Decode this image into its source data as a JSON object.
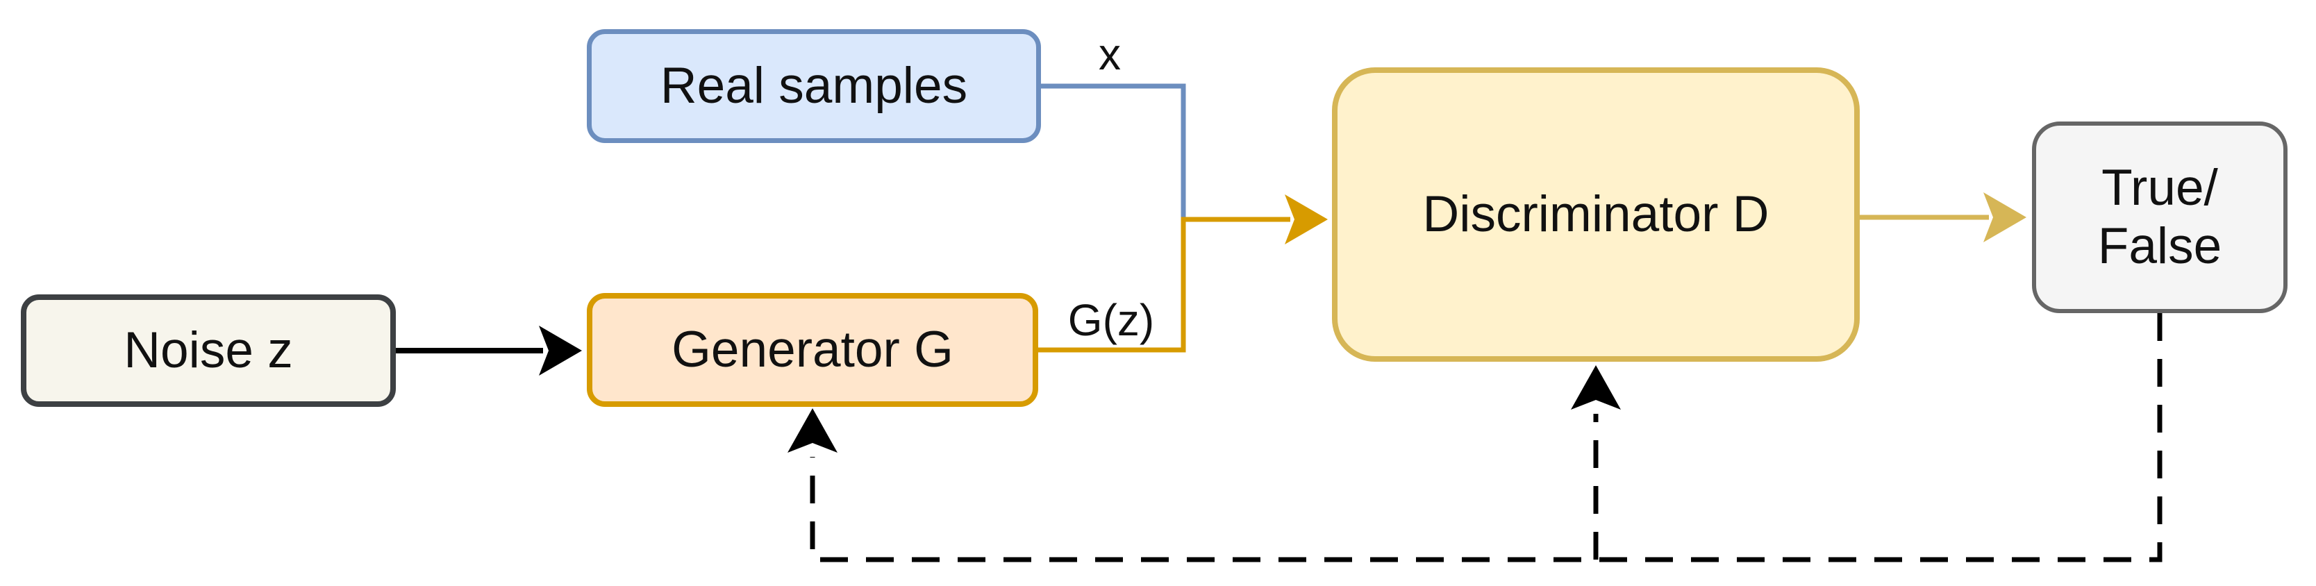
{
  "diagram": {
    "title": "GAN (Generative Adversarial Network) architecture diagram",
    "background": "#ffffff",
    "nodes": {
      "noise": {
        "label": "Noise z",
        "fill": "#f7f5ec",
        "border": "#3d4043"
      },
      "real_samples": {
        "label": "Real samples",
        "fill": "#dae8fc",
        "border": "#6c8ebf"
      },
      "generator": {
        "label": "Generator G",
        "fill": "#ffe6cc",
        "border": "#d79b00"
      },
      "discriminator": {
        "label": "Discriminator D",
        "fill": "#fff2cc",
        "border": "#d6b656"
      },
      "output": {
        "label_line1": "True/",
        "label_line2": "False",
        "fill": "#f5f5f5",
        "border": "#666666"
      }
    },
    "edge_labels": {
      "real_samples_output": "x",
      "generator_output": "G(z)"
    },
    "colors": {
      "black_edge": "#000000",
      "blue_edge": "#6c8ebf",
      "orange_edge": "#d79b00",
      "mustard_edge": "#d6b656",
      "text": "#111111"
    },
    "edges": [
      {
        "name": "noise-to-generator",
        "label": "",
        "style": "solid",
        "color": "#000000"
      },
      {
        "name": "real-samples-to-junction",
        "label": "x",
        "style": "solid",
        "color": "#6c8ebf"
      },
      {
        "name": "generator-to-discriminator",
        "label": "G(z)",
        "style": "solid",
        "color": "#d79b00"
      },
      {
        "name": "discriminator-to-output",
        "label": "",
        "style": "solid",
        "color": "#d6b656"
      },
      {
        "name": "feedback-output-to-generator",
        "label": "",
        "style": "dashed",
        "color": "#000000"
      },
      {
        "name": "feedback-output-to-discriminator",
        "label": "",
        "style": "dashed",
        "color": "#000000"
      }
    ]
  }
}
